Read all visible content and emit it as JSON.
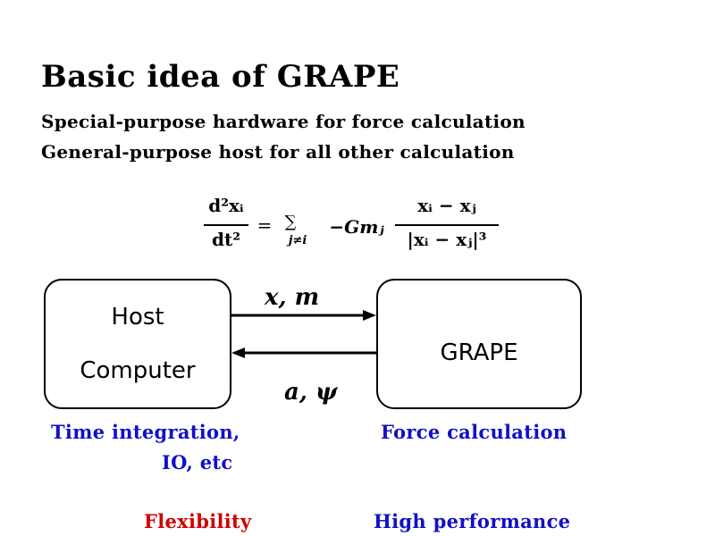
{
  "title": "Basic idea of GRAPE",
  "lines": [
    "Special-purpose hardware for force calculation",
    "General-purpose host for all other calculation"
  ],
  "equation": {
    "lhs_numerator": "d²xᵢ",
    "lhs_denominator": "dt²",
    "equals": "=",
    "sum_symbol": "∑",
    "sum_subscript": "j≠i",
    "coefficient": "−Gmⱼ",
    "rhs_numerator": "xᵢ − xⱼ",
    "rhs_denominator": "|xᵢ − xⱼ|³"
  },
  "diagram": {
    "host": {
      "line1": "Host",
      "line2": "Computer"
    },
    "grape": {
      "label": "GRAPE"
    },
    "arrow_to_grape_label": "x, m",
    "arrow_to_host_label": "a, ψ"
  },
  "notes": {
    "host_role_line1": "Time integration,",
    "host_role_line2": "IO, etc",
    "grape_role": "Force calculation",
    "host_benefit": "Flexibility",
    "grape_benefit": "High performance"
  },
  "colors": {
    "blue": "#1010c8",
    "red": "#d00000"
  }
}
